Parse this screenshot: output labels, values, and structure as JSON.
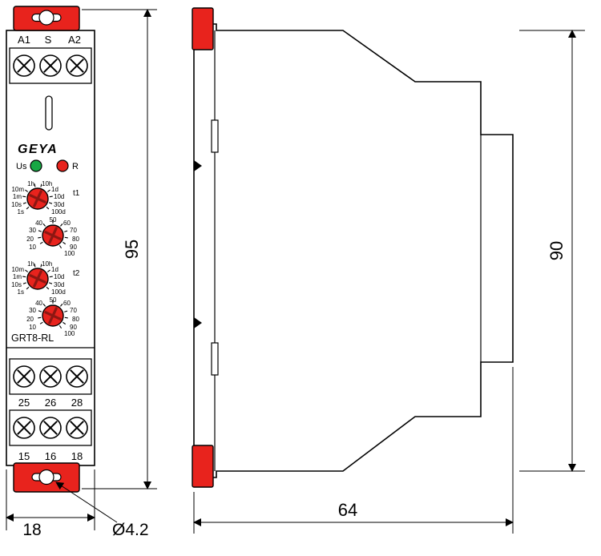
{
  "front_view": {
    "terminals_top": [
      "A1",
      "S",
      "A2"
    ],
    "brand": "GEYA",
    "led_supply_label": "Us",
    "led_relay_label": "R",
    "timer1_label": "t1",
    "timer2_label": "t2",
    "time_scale": {
      "left": [
        "10m",
        "1m",
        "10s",
        "1s"
      ],
      "top": [
        "1h",
        "10h"
      ],
      "right": [
        "1d",
        "10d",
        "30d",
        "100d"
      ]
    },
    "percent_scale": [
      "10",
      "20",
      "30",
      "40",
      "50",
      "60",
      "70",
      "80",
      "90",
      "100"
    ],
    "model": "GRT8-RL",
    "terminals_mid": [
      "25",
      "26",
      "28"
    ],
    "terminals_bottom": [
      "15",
      "16",
      "18"
    ]
  },
  "dimensions": {
    "front_height": "95",
    "front_width": "18",
    "mount_hole_diameter": "Ø4.2",
    "side_height": "90",
    "side_depth": "64"
  },
  "colors": {
    "accent_red": "#e8231d",
    "led_green": "#18a744",
    "knob_slot": "#8c1712",
    "outline": "#000000"
  }
}
